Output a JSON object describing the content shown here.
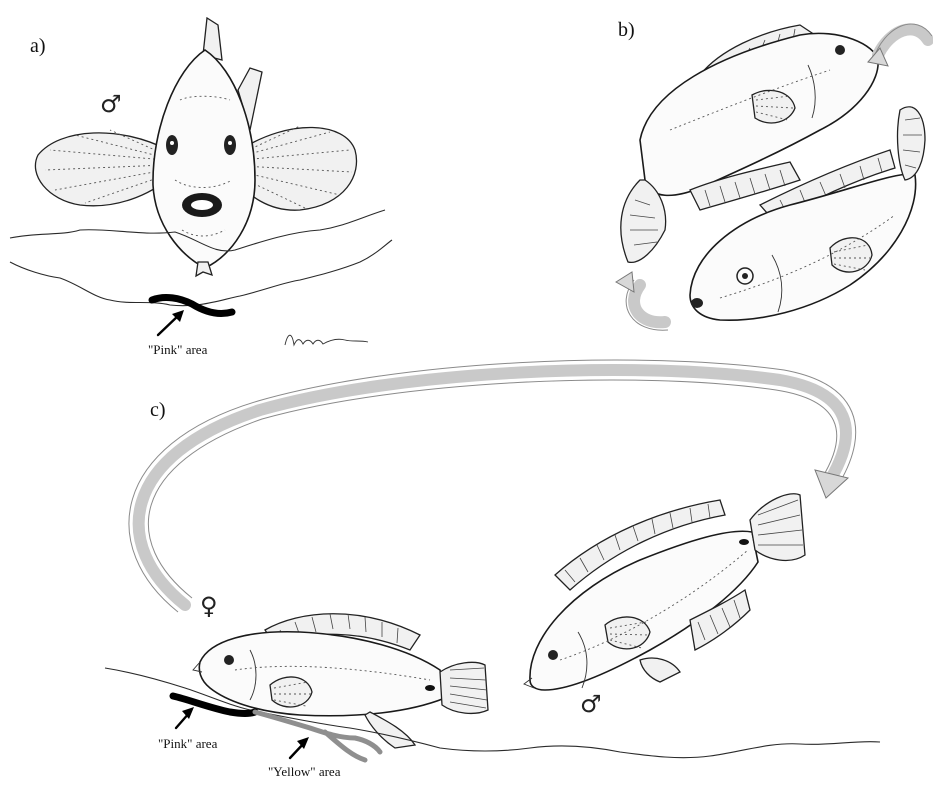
{
  "panels": {
    "a": {
      "label": "a)",
      "male_symbol": "♂",
      "pink_label": "\"Pink\" area"
    },
    "b": {
      "label": "b)"
    },
    "c": {
      "label": "c)",
      "female_symbol": "♀",
      "male_symbol": "♂",
      "pink_label": "\"Pink\" area",
      "yellow_label": "\"Yellow\" area"
    }
  }
}
